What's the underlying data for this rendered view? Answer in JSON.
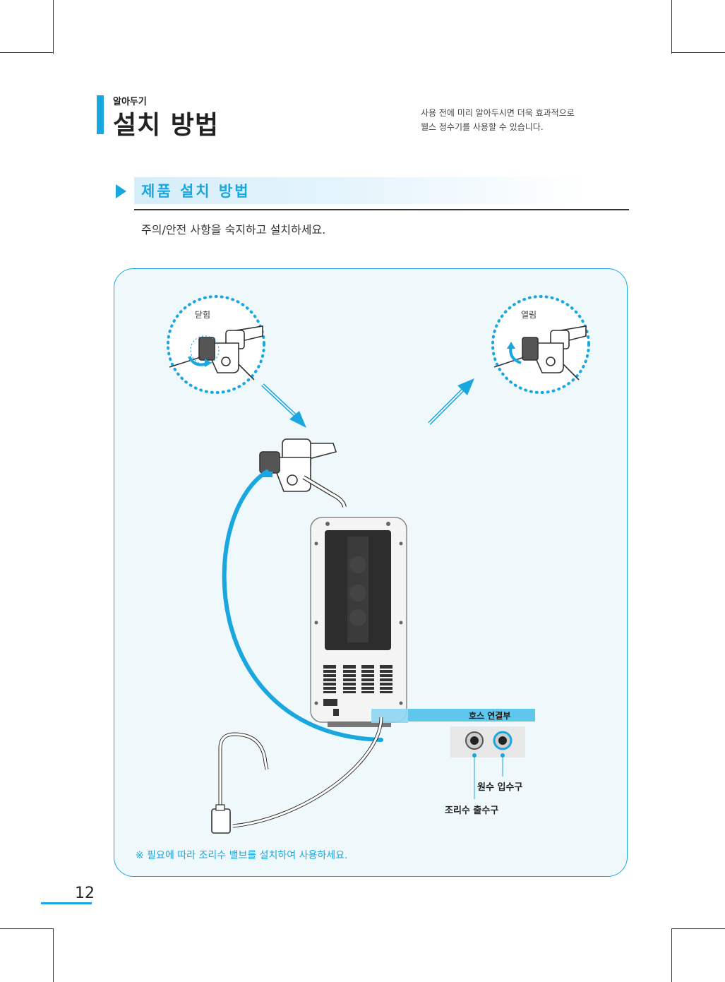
{
  "header": {
    "kicker": "알아두기",
    "title": "설치 방법",
    "intro_line1": "사용 전에 미리 알아두시면 더욱 효과적으로",
    "intro_line2": "웰스 정수기를 사용할 수 있습니다."
  },
  "section": {
    "title": "제품 설치 방법",
    "note": "주의/안전 사항을 숙지하고 설치하세요."
  },
  "diagram": {
    "closed_label": "닫힘",
    "open_label": "열림",
    "hose_connection_label": "호스 연결부",
    "raw_water_inlet_label": "원수 입수구",
    "cooking_water_outlet_label": "조리수 출수구",
    "footnote": "※ 필요에 따라 조리수 밸브를 설치하여 사용하세요."
  },
  "footer": {
    "page_number": "12"
  },
  "colors": {
    "accent": "#1aa7e0",
    "panel_bg": "#eff9fc"
  }
}
